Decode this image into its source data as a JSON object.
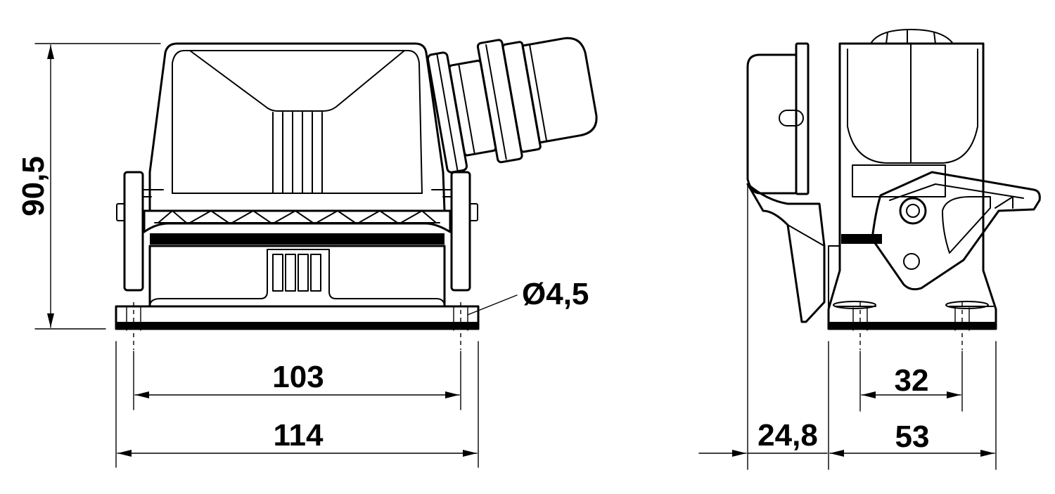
{
  "dimensions": {
    "height_front": "90,5",
    "hole_diameter": "Ø4,5",
    "hole_spacing_front": "103",
    "base_width_front": "114",
    "panel_offset_side": "24,8",
    "hole_spacing_side": "32",
    "base_width_side": "53"
  }
}
